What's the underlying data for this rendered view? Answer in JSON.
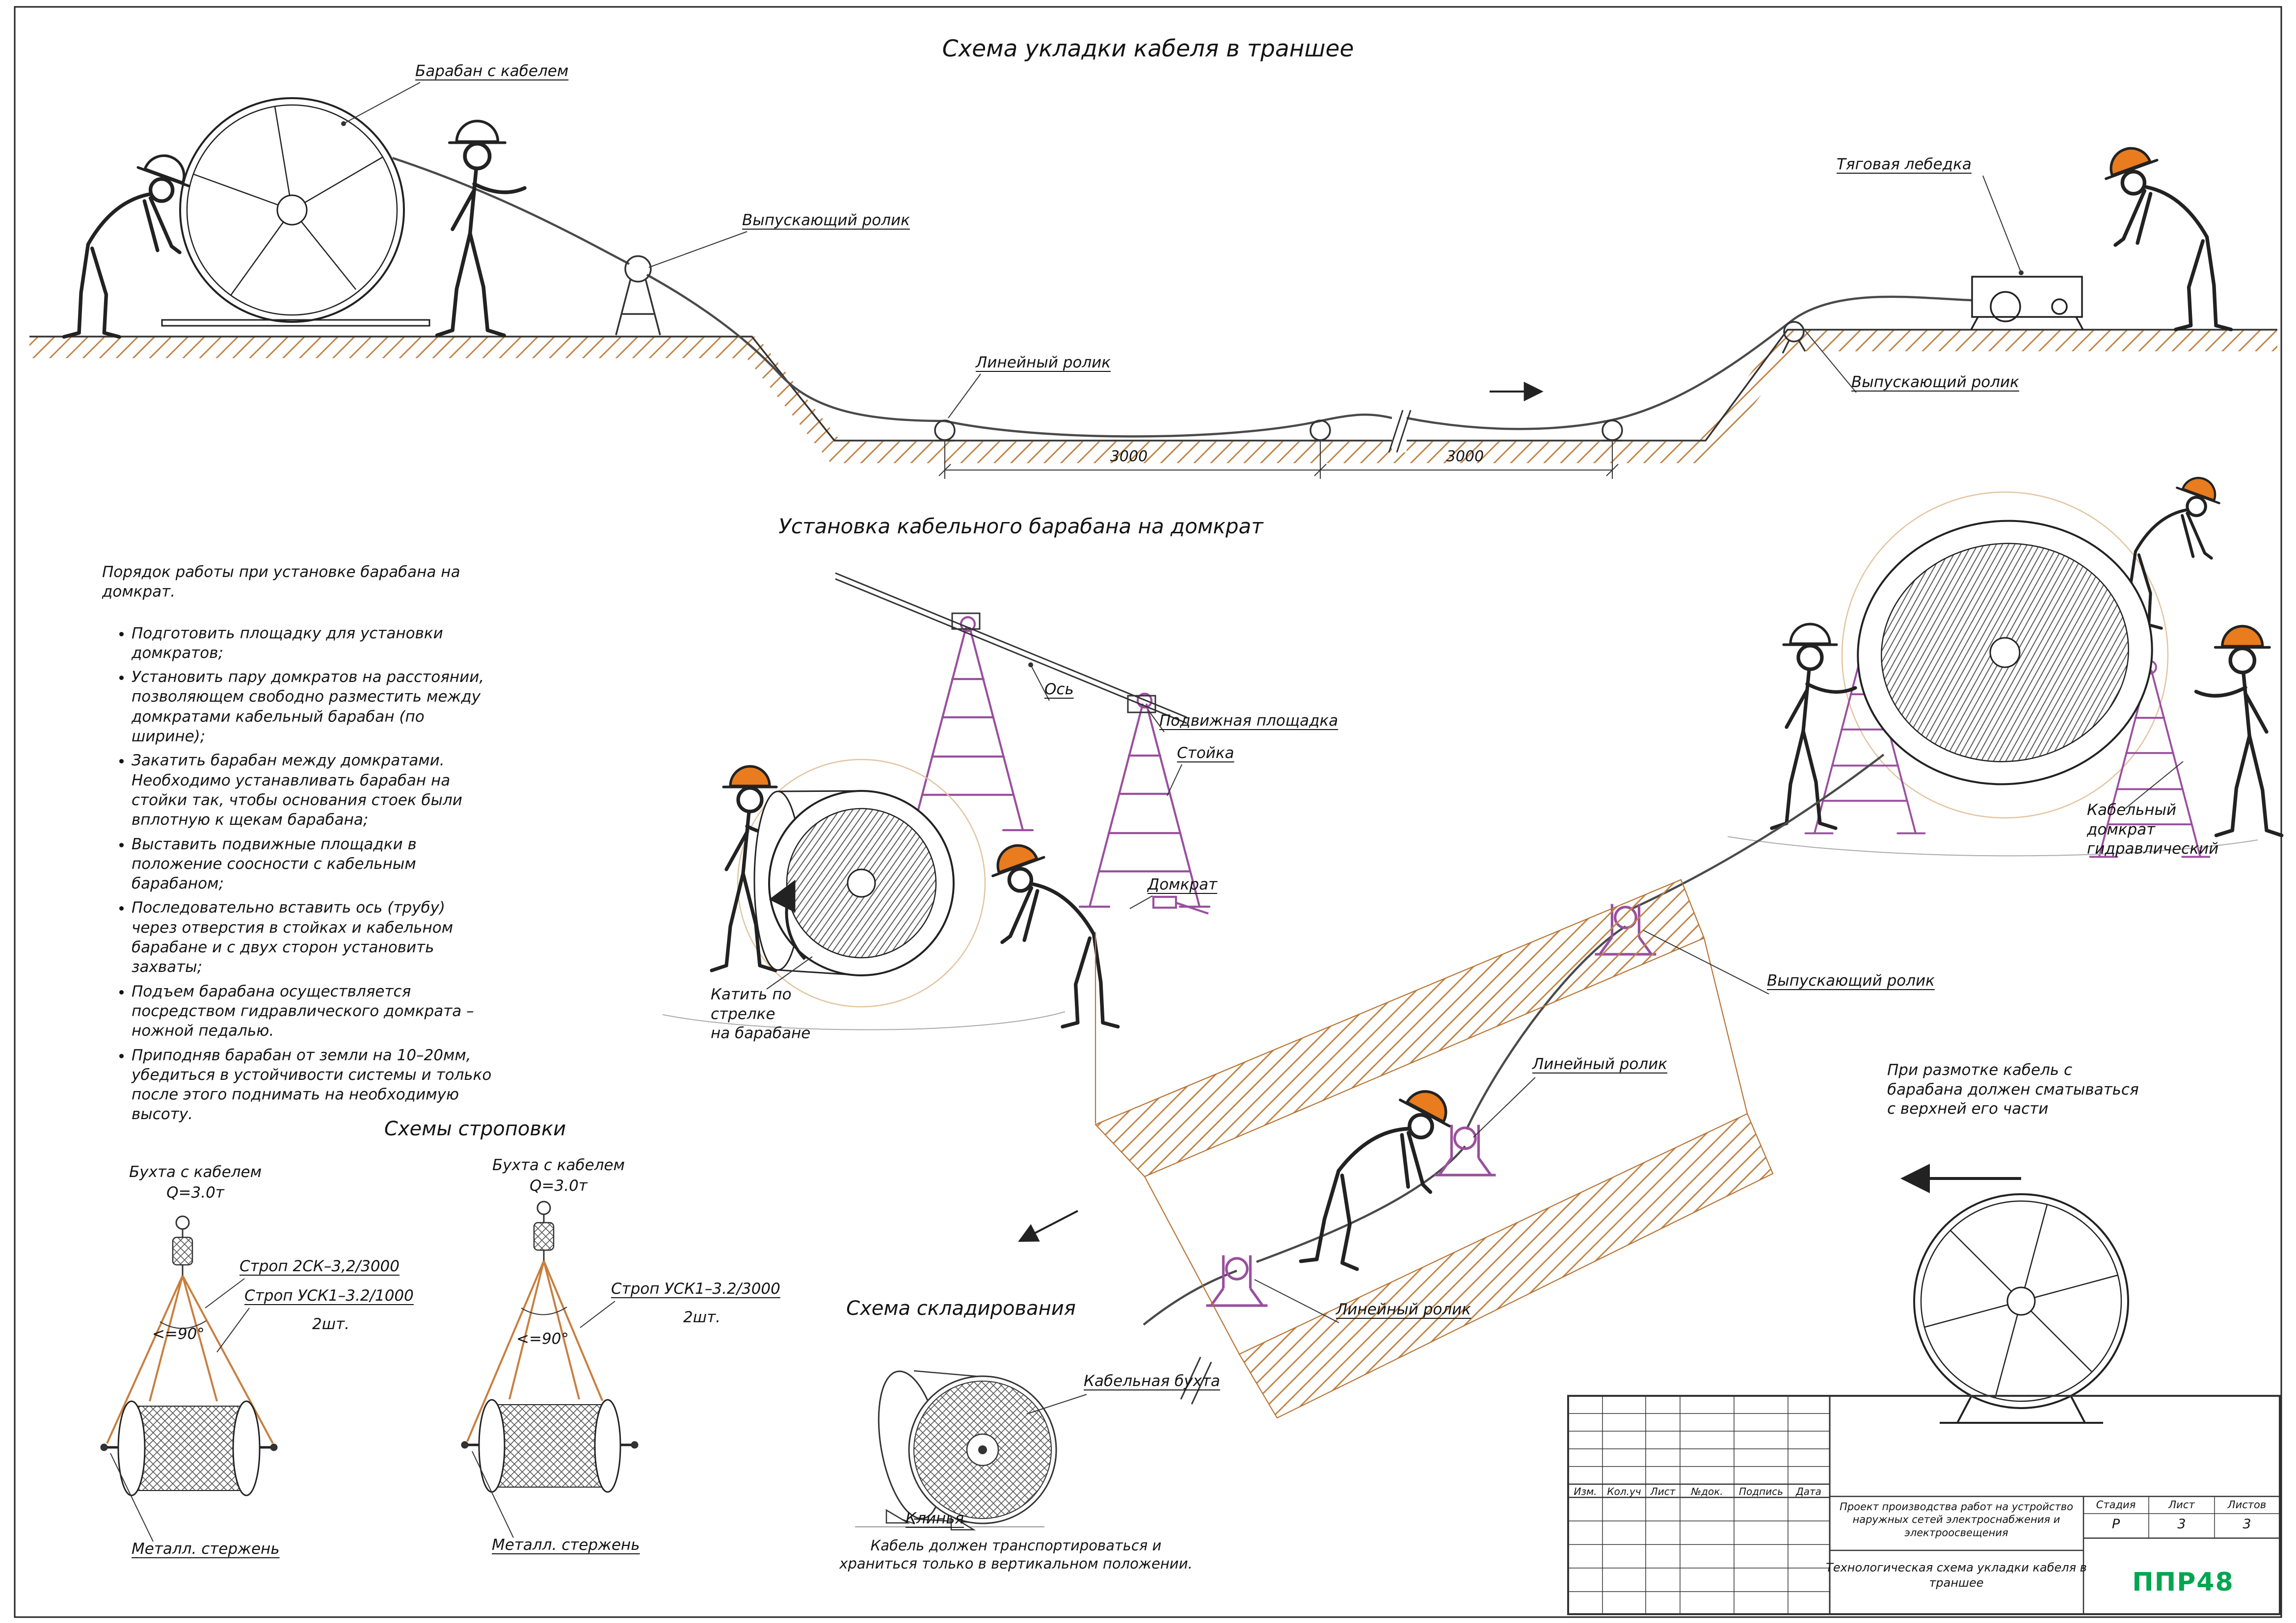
{
  "titles": {
    "main": "Схема укладки кабеля в траншее",
    "jack_section": "Установка кабельного барабана на домкрат",
    "slinging": "Схемы строповки",
    "storage": "Схема складирования"
  },
  "trench_scene": {
    "drum": "Барабан с кабелем",
    "release_roller": "Выпускающий ролик",
    "linear_roller": "Линейный ролик",
    "winch": "Тяговая лебедка",
    "release_roller_right": "Выпускающий ролик",
    "dim_left": "3000",
    "dim_right": "3000"
  },
  "procedure": {
    "heading": "Порядок работы при установке барабана на домкрат.",
    "items": [
      "Подготовить площадку для установки домкратов;",
      "Установить пару домкратов на расстоянии, позволяющем свободно разместить между домкратами кабельный барабан (по ширине);",
      "Закатить барабан между домкратами. Необходимо устанавливать барабан на стойки так, чтобы основания стоек были вплотную к щекам барабана;",
      "Выставить подвижные площадки в положение соосности с кабельным барабаном;",
      "Последовательно вставить ось (трубу) через отверстия в стойках и кабельном барабане и с двух сторон установить захваты;",
      "Подъем барабана осуществляется посредством гидравлического домкрата – ножной педалью.",
      "Приподняв барабан от земли на 10–20мм, убедиться в устойчивости системы и только после этого поднимать на необходимую высоту."
    ]
  },
  "jack_scene": {
    "axis": "Ось",
    "movable_platform": "Подвижная площадка",
    "stand": "Стойка",
    "jack": "Домкрат",
    "roll_note": "Катить по\nстрелке\nна барабане",
    "cable_jack": "Кабельный\nдомкрат\nгидравлический",
    "release_roller": "Выпускающий ролик",
    "linear_roller_1": "Линейный ролик",
    "linear_roller_2": "Линейный ролик",
    "unwind_note": "При размотке кабель с\nбарабана должен сматываться\nс верхней его части"
  },
  "slinging": {
    "left": {
      "coil": "Бухта с кабелем",
      "weight": "Q=3.0т",
      "sling_1": "Строп 2СК–3,2/3000",
      "sling_2": "Строп УСК1–3.2/1000",
      "qty": "2шт.",
      "angle": "<=90°",
      "rod": "Металл. стержень"
    },
    "right": {
      "coil": "Бухта с кабелем",
      "weight": "Q=3.0т",
      "sling": "Строп УСК1–3.2/3000",
      "qty": "2шт.",
      "angle": "<=90°",
      "rod": "Металл. стержень"
    }
  },
  "storage": {
    "coil": "Кабельная бухта",
    "wedges": "Клинья",
    "note": "Кабель должен транспортироваться и\nхраниться только в вертикальном положении."
  },
  "title_block": {
    "headers": [
      "Изм.",
      "Кол.уч",
      "Лист",
      "№док.",
      "Подпись",
      "Дата"
    ],
    "project": "Проект производства работ на устройство\nнаружных сетей электроснабжения и\nэлектроосвещения",
    "stage_label": "Стадия",
    "sheet_label": "Лист",
    "sheets_label": "Листов",
    "stage": "Р",
    "sheet": "3",
    "sheets": "3",
    "doc_title": "Технологическая схема укладки кабеля в\nтраншее",
    "logo": "ППР48"
  },
  "colors": {
    "earth": "#b87333",
    "jack_purple": "#9a4f9e",
    "helmet_orange": "#e87c1e",
    "logo_green": "#00a650"
  }
}
